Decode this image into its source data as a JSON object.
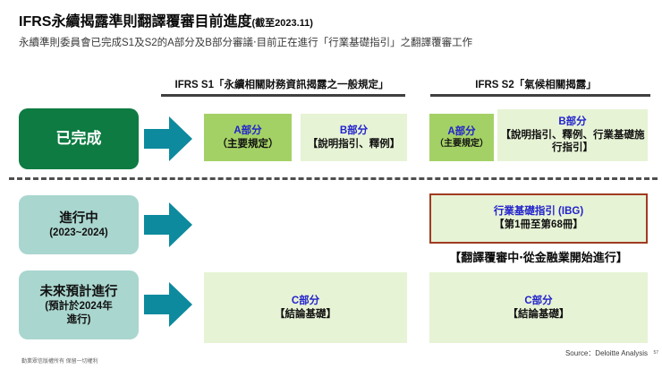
{
  "title": {
    "main": "IFRS永續揭露準則翻譯覆審目前進度",
    "suffix": "(截至2023.11)"
  },
  "subtitle": "永續準則委員會已完成S1及S2的A部分及B部分審議‧目前正在進行「行業基礎指引」之翻譯覆審工作",
  "columns": [
    {
      "header": "IFRS S1「永續相關財務資訊揭露之一般規定」"
    },
    {
      "header": "IFRS S2「氣候相關揭露」"
    }
  ],
  "stages": {
    "completed": {
      "label": "已完成"
    },
    "in_progress": {
      "label": "進行中",
      "sub": "(2023~2024)"
    },
    "future": {
      "label": "未來預計進行",
      "sub_line1": "(預計於2024年",
      "sub_line2": "進行)"
    }
  },
  "boxes": {
    "s1_a": {
      "title": "A部分",
      "desc": "（主要規定）"
    },
    "s1_b": {
      "title": "B部分",
      "desc": "【說明指引、釋例】"
    },
    "s2_a": {
      "title": "A部分",
      "desc": "（主要規定）"
    },
    "s2_b": {
      "title": "B部分",
      "desc": "【說明指引、釋例、行業基礎施行指引】"
    },
    "ibg": {
      "title": "行業基礎指引 (IBG)",
      "desc": "【第1冊至第68冊】"
    },
    "ibg_note": "【翻譯覆審中‧從金融業開始進行】",
    "s1_c": {
      "title": "C部分",
      "desc": "【結論基礎】"
    },
    "s2_c": {
      "title": "C部分",
      "desc": "【結論基礎】"
    }
  },
  "footer": {
    "copyright": "勤業眾信版權所有 保留一切權利",
    "source": "Source：Deloitte Analysis",
    "page": "57"
  },
  "colors": {
    "dark_green": "#0d7b42",
    "teal_arrow": "#0d8a9e",
    "light_teal": "#a9d6ce",
    "lime_green": "#a4d165",
    "pale_green": "#e7f3d5",
    "blue_text": "#2222cc",
    "ibg_border": "#a03b22",
    "line_dark": "#404040"
  }
}
